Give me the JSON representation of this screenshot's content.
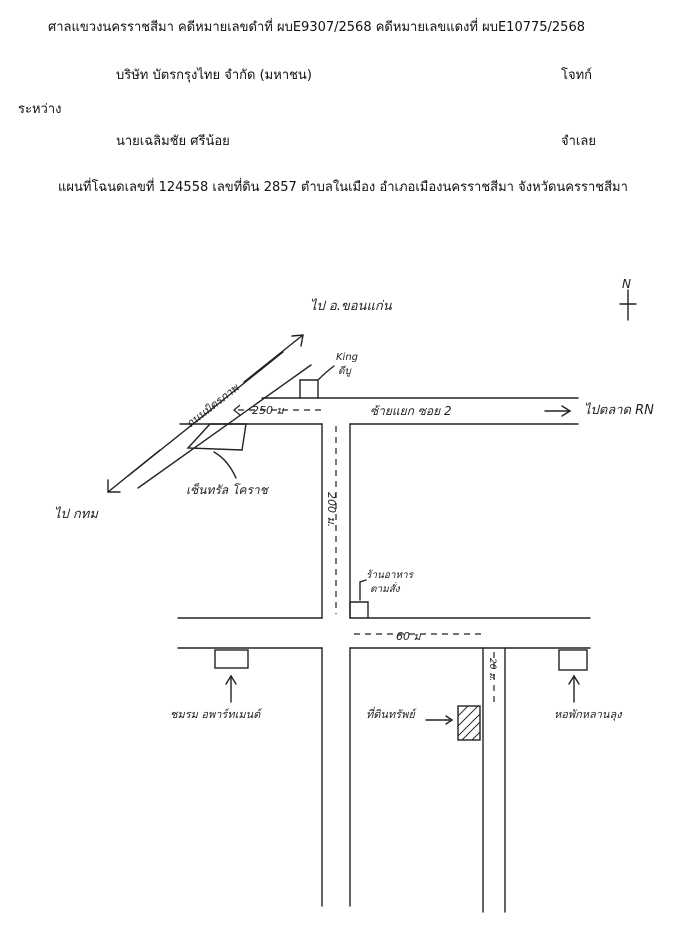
{
  "header": {
    "case_line": "ศาลแขวงนครราชสีมา คดีหมายเลขดำที่ ผบE9307/2568 คดีหมายเลขแดงที่ ผบE10775/2568",
    "plaintiff_name": "บริษัท บัตรกรุงไทย จำกัด (มหาชน)",
    "plaintiff_role": "โจทก์",
    "between": "ระหว่าง",
    "defendant_name": "นายเฉลิมชัย  ศรีน้อย",
    "defendant_role": "จำเลย",
    "deed_line": "แผนที่โฉนดเลขที่ 124558 เลขที่ดิน 2857 ตำบลในเมือง อำเภอเมืองนครราชสีมา จังหวัดนครราชสีมา"
  },
  "map": {
    "north_label": "N",
    "to_top_road": "ไป อ.ขอนแก่น",
    "to_bangkok": "ไป กทม",
    "road_diagonal": "ถนนมิตรภาพ",
    "landmark_king": "King",
    "landmark_king_2": "ดีบู",
    "road_horizontal": "ซ้ายแยก ซอย 2",
    "to_right": "ไปตลาด RN",
    "dist_250": "250 ม",
    "dist_200": "200 ม.",
    "central": "เซ็นทรัล โคราช",
    "shop": "ร้านอาหาร",
    "shop_2": "ตามสั่ง",
    "dist_60": "60 ม",
    "dist_20": "20 ม.",
    "temple": "ชมรม อพาร์ทเมนต์",
    "target": "ที่ดินทรัพย์",
    "dorm": "หอพักหลานลุง"
  }
}
